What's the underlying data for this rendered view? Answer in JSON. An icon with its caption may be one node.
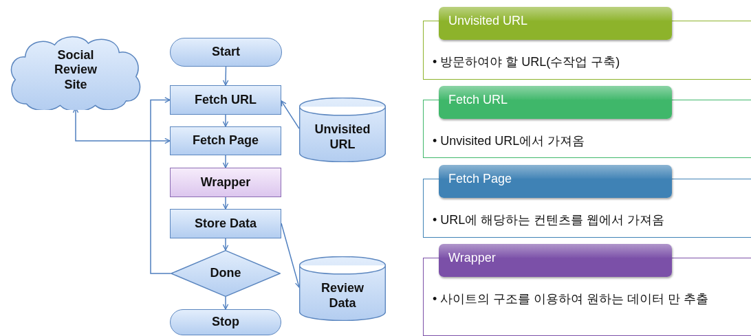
{
  "diagram": {
    "nodes": [
      {
        "text": [
          "Social Review Site"
        ]
      },
      {
        "text": [
          "Start"
        ]
      },
      {
        "text": [
          "Fetch URL"
        ]
      },
      {
        "text": [
          "Fetch Page"
        ]
      },
      {
        "text": [
          "Wrapper"
        ]
      },
      {
        "text": [
          "Store Data"
        ]
      },
      {
        "text": [
          "Done"
        ]
      },
      {
        "text": [
          "Stop"
        ]
      },
      {
        "text": [
          "Unvisited URL"
        ]
      },
      {
        "text": [
          "Review Data"
        ]
      },
      {
        "text": [
          "Unvisited URL",
          "• 방문하여야 할 URL(수작업 구축)"
        ]
      },
      {
        "text": [
          "Fetch URL",
          "• Unvisited URL에서 가져옴"
        ]
      },
      {
        "text": [
          "Fetch Page",
          "• URL에 해당하는 컨텐츠를 웹에서 가져옴"
        ]
      },
      {
        "text": [
          "Wrapper",
          "• 사이트의 구조를 이용하여 원하는 데이터 만 추출"
        ]
      }
    ],
    "edges": [
      {
        "from": 1,
        "to": 2,
        "arrow": "to"
      },
      {
        "from": 2,
        "to": 3,
        "arrow": "to"
      },
      {
        "from": 3,
        "to": 4,
        "arrow": "to"
      },
      {
        "from": 4,
        "to": 5,
        "arrow": "to"
      },
      {
        "from": 5,
        "to": 6,
        "arrow": "to"
      },
      {
        "from": 6,
        "to": 7,
        "arrow": "to"
      },
      {
        "from": 6,
        "to": 2,
        "arrow": "to"
      },
      {
        "from": 0,
        "to": 3,
        "arrow": "both"
      },
      {
        "from": 8,
        "to": 2,
        "arrow": "to"
      },
      {
        "from": 5,
        "to": 9,
        "arrow": "to"
      }
    ]
  }
}
